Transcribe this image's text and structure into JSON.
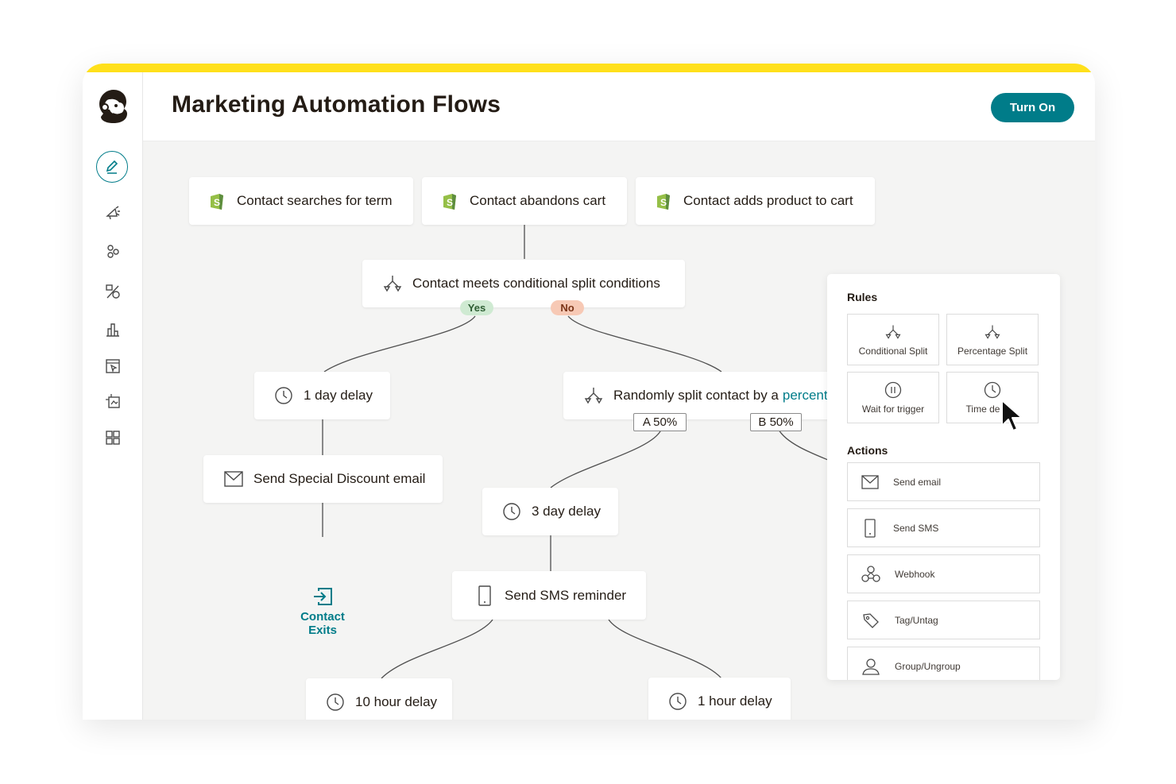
{
  "header": {
    "title": "Marketing Automation Flows",
    "turn_on_label": "Turn On"
  },
  "triggers": [
    {
      "label": "Contact searches for term"
    },
    {
      "label": "Contact abandons cart"
    },
    {
      "label": "Contact adds product to cart"
    }
  ],
  "flow": {
    "conditional_split": "Contact meets conditional split conditions",
    "yes_label": "Yes",
    "no_label": "No",
    "delay_1_day": "1 day delay",
    "random_split_text": "Randomly split contact by a",
    "random_split_link": "percent",
    "split_a": "A 50%",
    "split_b": "B 50%",
    "send_discount_email": "Send Special Discount email",
    "contact_exits": "Contact Exits",
    "delay_3_day": "3 day delay",
    "send_sms_reminder": "Send SMS reminder",
    "delay_10_hour": "10 hour delay",
    "delay_1_hour": "1 hour delay"
  },
  "panel": {
    "rules_title": "Rules",
    "rules": [
      {
        "label": "Conditional Split",
        "icon": "split-icon"
      },
      {
        "label": "Percentage Split",
        "icon": "split-icon"
      },
      {
        "label": "Wait for trigger",
        "icon": "pause-icon"
      },
      {
        "label": "Time de",
        "icon": "clock-icon"
      }
    ],
    "actions_title": "Actions",
    "actions": [
      {
        "label": "Send email",
        "icon": "email-icon"
      },
      {
        "label": "Send SMS",
        "icon": "phone-icon"
      },
      {
        "label": "Webhook",
        "icon": "webhook-icon"
      },
      {
        "label": "Tag/Untag",
        "icon": "tag-icon"
      },
      {
        "label": "Group/Ungroup",
        "icon": "group-icon"
      }
    ]
  },
  "colors": {
    "accent_yellow": "#ffe01b",
    "teal": "#007c89",
    "yes_bg": "#cfead2",
    "no_bg": "#f7c9b5",
    "shopify_green": "#95bf47"
  }
}
